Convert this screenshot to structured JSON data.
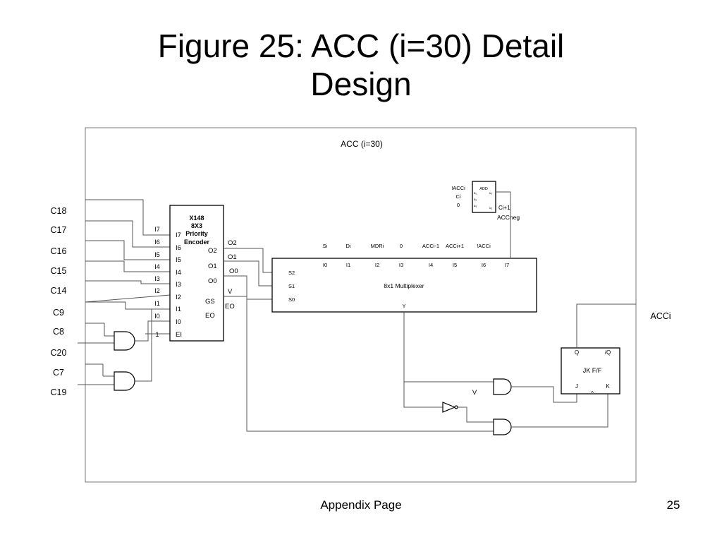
{
  "slide": {
    "title_line1": "Figure 25: ACC (i=30) Detail",
    "title_line2": "Design",
    "footer_center": "Appendix Page",
    "footer_page": "25"
  },
  "diagram": {
    "frame_label": "ACC (i=30)",
    "left_inputs": [
      "C18",
      "C17",
      "C16",
      "C15",
      "C14",
      "C9",
      "C8",
      "C20",
      "C7",
      "C19"
    ],
    "encoder": {
      "title_lines": [
        "X148",
        "8X3",
        "Priority",
        "Encoder"
      ],
      "wire_labels": [
        "I7",
        "I6",
        "I5",
        "I4",
        "I3",
        "I2",
        "I1",
        "I0",
        "1"
      ],
      "pins_in": [
        "I7",
        "I6",
        "I5",
        "I4",
        "I3",
        "I2",
        "I1",
        "I0",
        "EI"
      ],
      "pins_out": [
        "O2",
        "O1",
        "O0",
        "GS",
        "EO"
      ],
      "wire_out_labels": [
        "O2",
        "O1",
        "O0",
        "V",
        "EO"
      ]
    },
    "mux": {
      "name": "8x1 Multiplexer",
      "data_labels": [
        "Si",
        "Di",
        "MDRi",
        "0",
        "ACCi-1",
        "ACCi+1",
        "!ACCi"
      ],
      "inputs": [
        "I0",
        "I1",
        "I2",
        "I3",
        "I4",
        "I5",
        "I6",
        "I7"
      ],
      "selects": [
        "S2",
        "S1",
        "S0"
      ],
      "output": "Y"
    },
    "adder": {
      "side_labels": [
        "!ACCi",
        "Ci",
        "0"
      ],
      "title": "ADD",
      "carry_out": "Ci+1",
      "neg_label": "ACCneg"
    },
    "flipflop": {
      "name": "JK F/F",
      "q": "Q",
      "qbar": "/Q",
      "j": "J",
      "k": "K",
      "clk": "^"
    },
    "output_label": "ACCi",
    "v_label": "V"
  }
}
